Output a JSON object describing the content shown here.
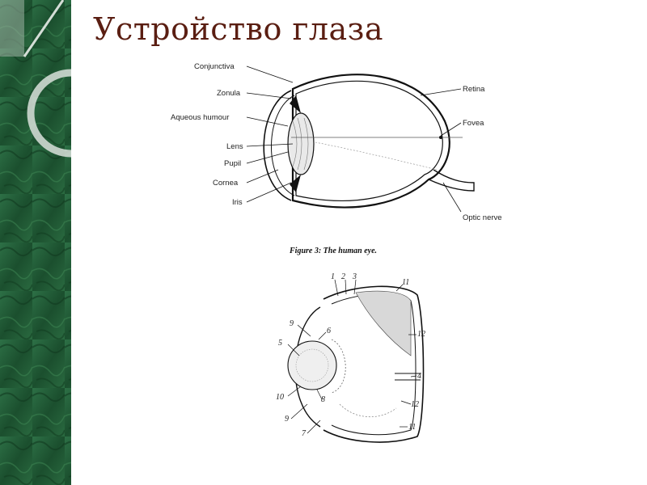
{
  "slide": {
    "title": "Устройство глаза"
  },
  "diagram1": {
    "caption": "Figure 3:  The human eye.",
    "labels_left": [
      "Conjunctiva",
      "Zonula",
      "Aqueous humour",
      "Lens",
      "Pupil",
      "Cornea",
      "Iris"
    ],
    "labels_right": [
      "Retina",
      "Fovea",
      "Optic nerve"
    ]
  },
  "diagram2": {
    "numbers": [
      "1",
      "2",
      "3",
      "11",
      "9",
      "6",
      "12",
      "5",
      "4",
      "10",
      "8",
      "12",
      "9",
      "7",
      "11"
    ]
  },
  "colors": {
    "sidebar_green": "#1f5a34",
    "title_brown": "#5a1e12"
  }
}
